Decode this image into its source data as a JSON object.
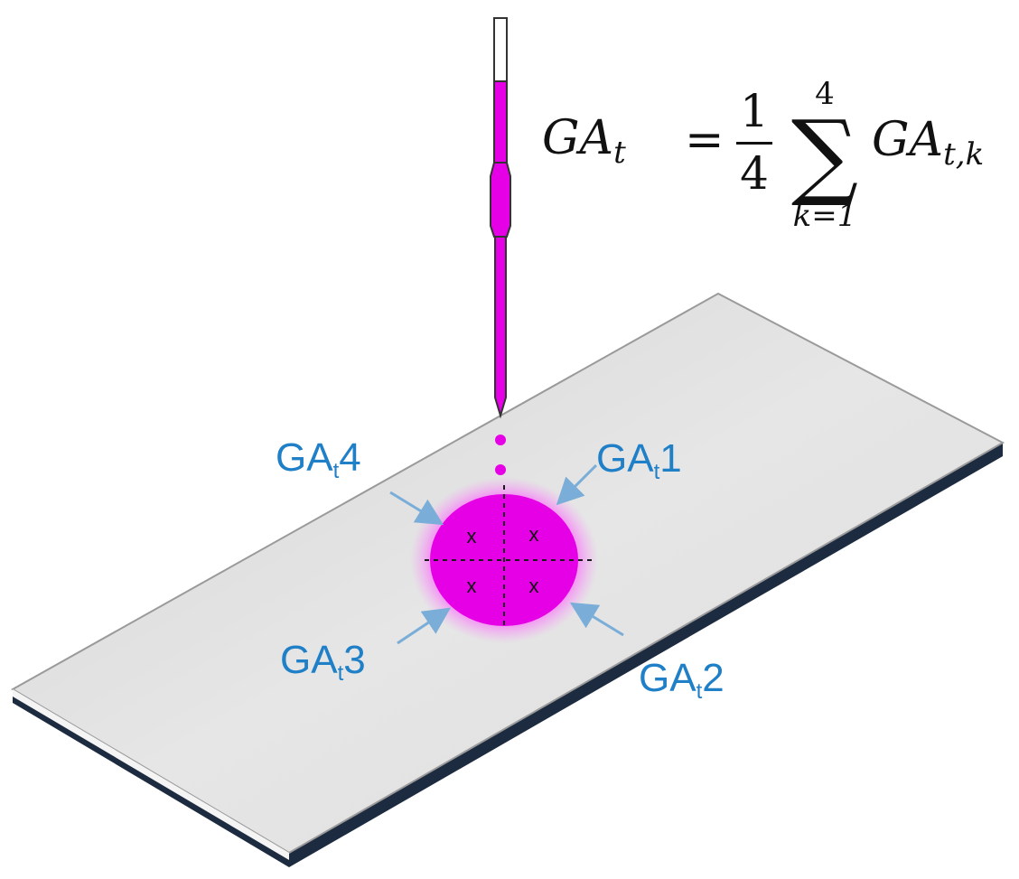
{
  "equation": {
    "lhs_main": "GA",
    "lhs_sub": "t",
    "equals": "=",
    "frac_num": "1",
    "frac_den": "4",
    "sum_upper": "4",
    "sum_symbol": "∑",
    "sum_lower": "k=1",
    "term_main": "GA",
    "term_sub": "t,k"
  },
  "labels": {
    "ga1": {
      "main": "GA",
      "sub": "t",
      "num": "1"
    },
    "ga2": {
      "main": "GA",
      "sub": "t",
      "num": "2"
    },
    "ga3": {
      "main": "GA",
      "sub": "t",
      "num": "3"
    },
    "ga4": {
      "main": "GA",
      "sub": "t",
      "num": "4"
    }
  },
  "markers": {
    "symbol": "x"
  },
  "colors": {
    "ink": "#e600e6",
    "label_blue": "#1f7fc7",
    "arrow_blue": "#7aaed8",
    "slide_top": "#e3e3e3",
    "slide_edge": "#1c2b40"
  }
}
